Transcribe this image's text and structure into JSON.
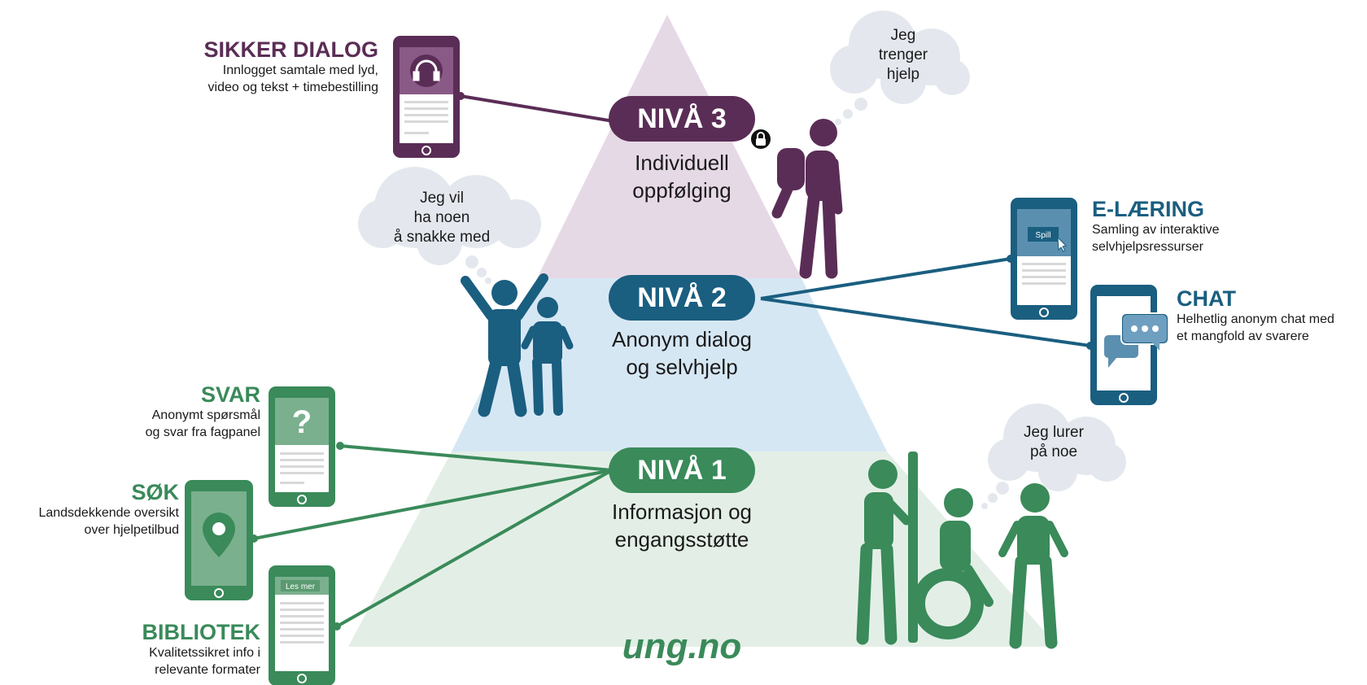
{
  "levels": {
    "level3": {
      "label": "NIVÅ 3",
      "caption_line1": "Individuell",
      "caption_line2": "oppfølging"
    },
    "level2": {
      "label": "NIVÅ 2",
      "caption_line1": "Anonym dialog",
      "caption_line2": "og selvhjelp"
    },
    "level1": {
      "label": "NIVÅ 1",
      "caption_line1": "Informasjon og",
      "caption_line2": "engangsstøtte"
    }
  },
  "services": {
    "sikker_dialog": {
      "title": "SIKKER DIALOG",
      "desc_line1": "Innlogget samtale med lyd,",
      "desc_line2": "video og tekst + timebestilling"
    },
    "e_laering": {
      "title": "E-LÆRING",
      "desc_line1": "Samling av interaktive",
      "desc_line2": "selvhjelpsressurser",
      "screen_button": "Spill"
    },
    "chat": {
      "title": "CHAT",
      "desc_line1": "Helhetlig anonym chat med",
      "desc_line2": "et mangfold av svarere"
    },
    "svar": {
      "title": "SVAR",
      "desc_line1": "Anonymt spørsmål",
      "desc_line2": "og svar fra fagpanel",
      "screen_symbol": "?"
    },
    "sok": {
      "title": "SØK",
      "desc_line1": "Landsdekkende oversikt",
      "desc_line2": "over hjelpetilbud"
    },
    "bibliotek": {
      "title": "BIBLIOTEK",
      "desc_line1": "Kvalitetssikret info i",
      "desc_line2": "relevante formater",
      "screen_button": "Les mer"
    }
  },
  "clouds": {
    "top": {
      "line1": "Jeg",
      "line2": "trenger",
      "line3": "hjelp"
    },
    "middle": {
      "line1": "Jeg vil",
      "line2": "ha noen",
      "line3": "å snakke med"
    },
    "bottom": {
      "line1": "Jeg lurer",
      "line2": "på noe"
    }
  },
  "brand": "ung.no",
  "colors": {
    "purple": "#5a2d56",
    "blue": "#1a5e80",
    "green": "#3a8a5a",
    "pyramid_top": "#e6d9e6",
    "pyramid_middle": "#d6e7f4",
    "pyramid_bottom": "#e3efe6",
    "cloud": "#e4e8ee"
  },
  "icons": [
    "headphones-icon",
    "lock-icon",
    "question-icon",
    "location-pin-icon",
    "chat-bubbles-icon",
    "cursor-icon"
  ]
}
